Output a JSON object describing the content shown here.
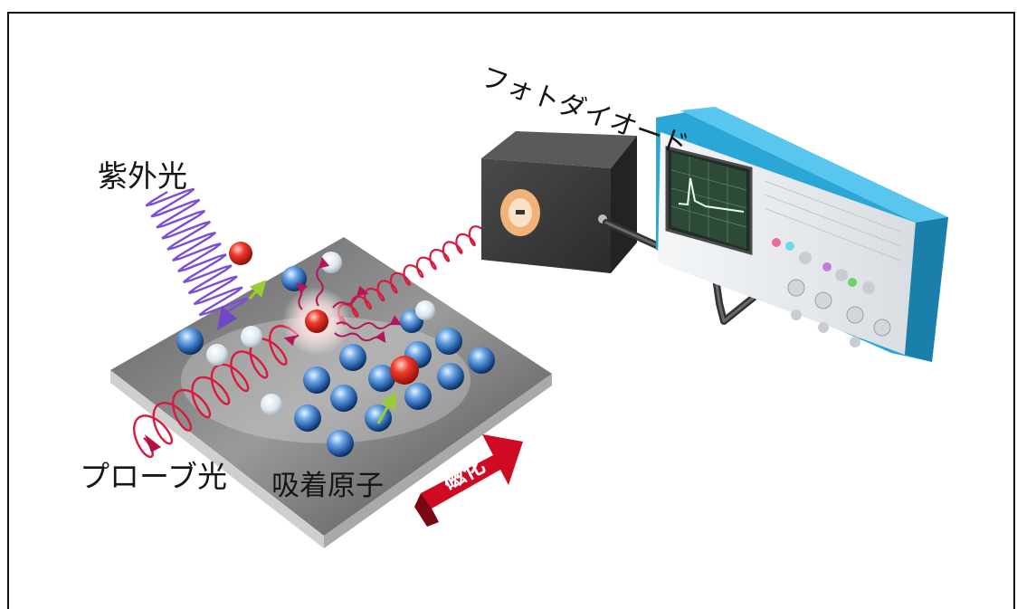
{
  "labels": {
    "uv_light": "紫外光",
    "probe_light": "プローブ光",
    "adsorbed_atoms": "吸着原子",
    "photodiode": "フォトダイオード",
    "magnetization": "磁化"
  },
  "colors": {
    "uv_wave": "#7a4fd6",
    "probe_wave": "#d81b3c",
    "emission_arrow": "#b8145a",
    "green_arrow": "#9acd32",
    "magnetization_arrow": "#d10a24",
    "substrate_top": "#7b7b7b",
    "blue_atom": "#2f6fc0",
    "red_atom": "#e0241c",
    "oscilloscope_accent": "#2aa7d6"
  }
}
